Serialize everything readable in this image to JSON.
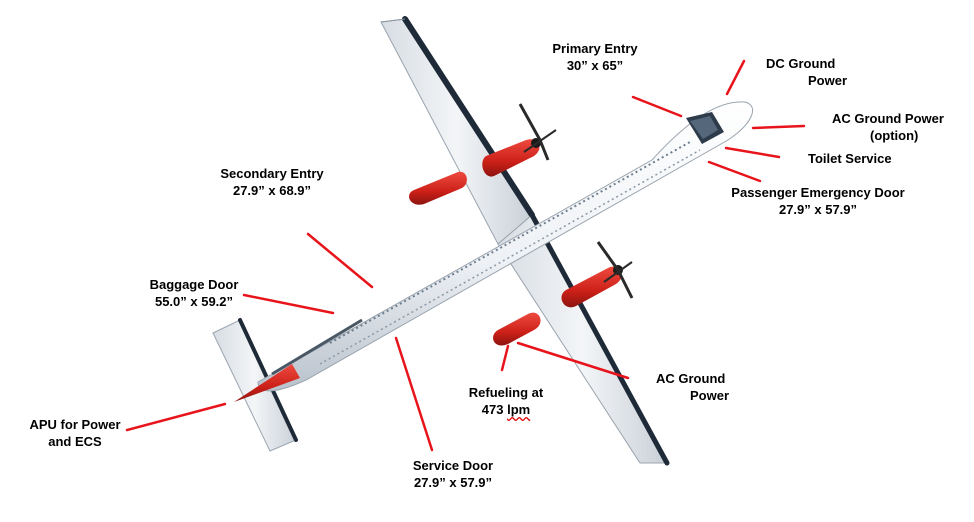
{
  "callouts": {
    "primary_entry": [
      "Primary Entry",
      "30” x 65”"
    ],
    "dc_ground_power": [
      "DC Ground",
      "Power"
    ],
    "ac_ground_power_option": [
      "AC Ground Power",
      "(option)"
    ],
    "toilet_service": [
      "Toilet Service"
    ],
    "passenger_emergency_door": [
      "Passenger Emergency Door",
      "27.9” x 57.9”"
    ],
    "secondary_entry": [
      "Secondary Entry",
      "27.9” x 68.9”"
    ],
    "baggage_door": [
      "Baggage Door",
      "55.0” x 59.2”"
    ],
    "apu": [
      "APU for Power",
      "and ECS"
    ],
    "service_door": [
      "Service Door",
      "27.9” x 57.9”"
    ],
    "refueling": [
      "Refueling at",
      "473 ",
      "lpm"
    ],
    "ac_ground_power": [
      "AC Ground",
      "Power"
    ]
  },
  "colors": {
    "leader_line": "#e8141b",
    "fuselage": "#eef1f4",
    "engine_nacelle": "#d42a22",
    "wing_leading_edge": "#1e2a38"
  }
}
